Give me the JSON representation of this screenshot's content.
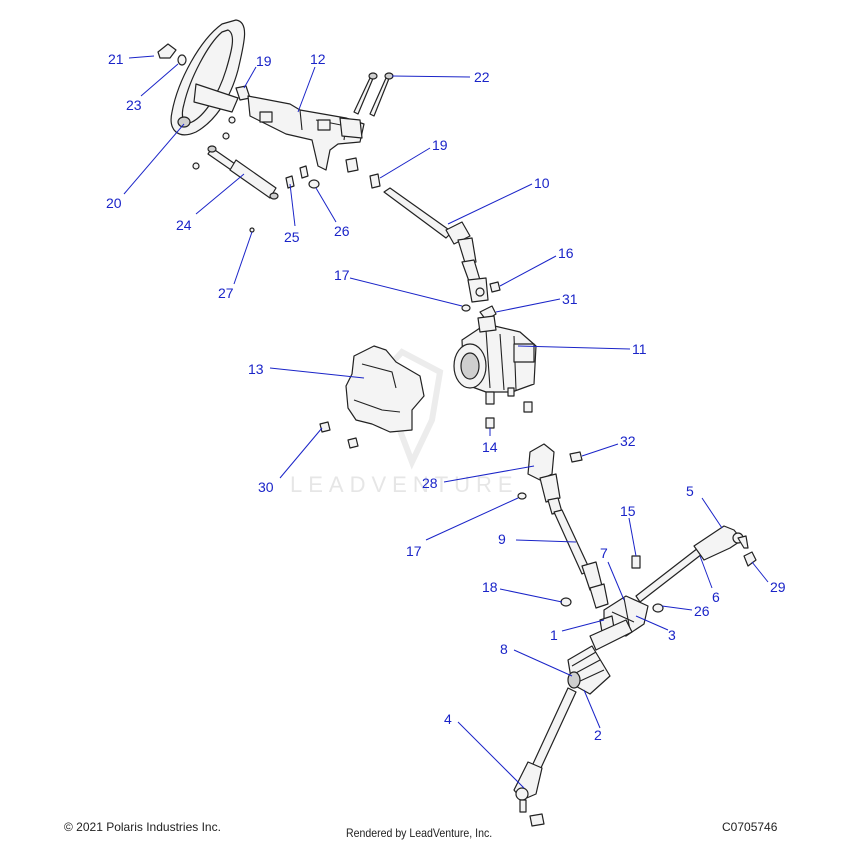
{
  "callouts": [
    {
      "label": "21"
    },
    {
      "label": "23"
    },
    {
      "label": "19"
    },
    {
      "label": "12"
    },
    {
      "label": "22"
    },
    {
      "label": "19"
    },
    {
      "label": "10"
    },
    {
      "label": "20"
    },
    {
      "label": "24"
    },
    {
      "label": "25"
    },
    {
      "label": "26"
    },
    {
      "label": "27"
    },
    {
      "label": "16"
    },
    {
      "label": "17"
    },
    {
      "label": "31"
    },
    {
      "label": "11"
    },
    {
      "label": "13"
    },
    {
      "label": "14"
    },
    {
      "label": "30"
    },
    {
      "label": "32"
    },
    {
      "label": "28"
    },
    {
      "label": "5"
    },
    {
      "label": "17"
    },
    {
      "label": "15"
    },
    {
      "label": "9"
    },
    {
      "label": "7"
    },
    {
      "label": "6"
    },
    {
      "label": "29"
    },
    {
      "label": "18"
    },
    {
      "label": "26"
    },
    {
      "label": "1"
    },
    {
      "label": "3"
    },
    {
      "label": "8"
    },
    {
      "label": "4"
    },
    {
      "label": "2"
    }
  ],
  "watermark": "LEADVENTURE",
  "footer": {
    "copyright": "© 2021 Polaris Industries Inc.",
    "rendered_by": "Rendered by LeadVenture, Inc.",
    "diagram_code": "C0705746"
  }
}
